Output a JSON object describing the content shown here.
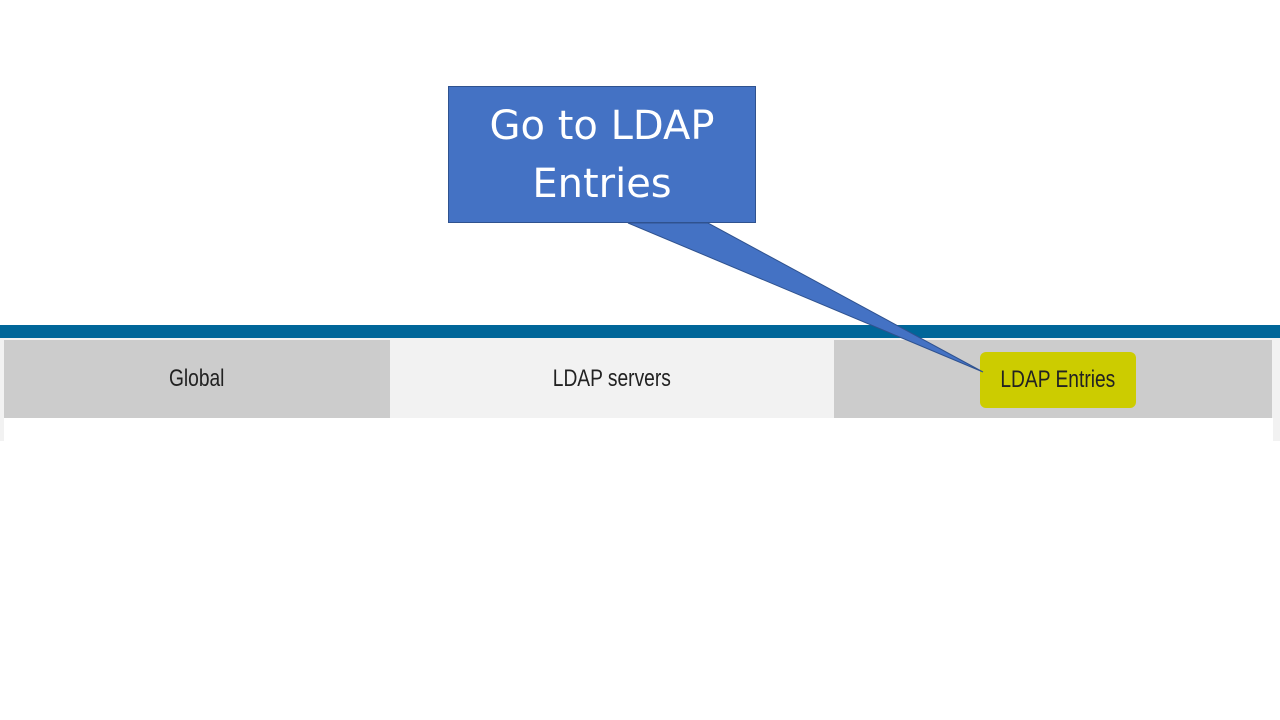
{
  "callout": {
    "text": "Go to LDAP Entries"
  },
  "tabs": [
    {
      "label": "Global"
    },
    {
      "label": "LDAP servers"
    },
    {
      "label": "LDAP Entries"
    }
  ],
  "colors": {
    "accent_bar": "#006699",
    "callout_fill": "#4472c4",
    "highlight": "#cccc00",
    "tab_inactive": "#cccccc",
    "tab_active": "#f2f2f2"
  }
}
